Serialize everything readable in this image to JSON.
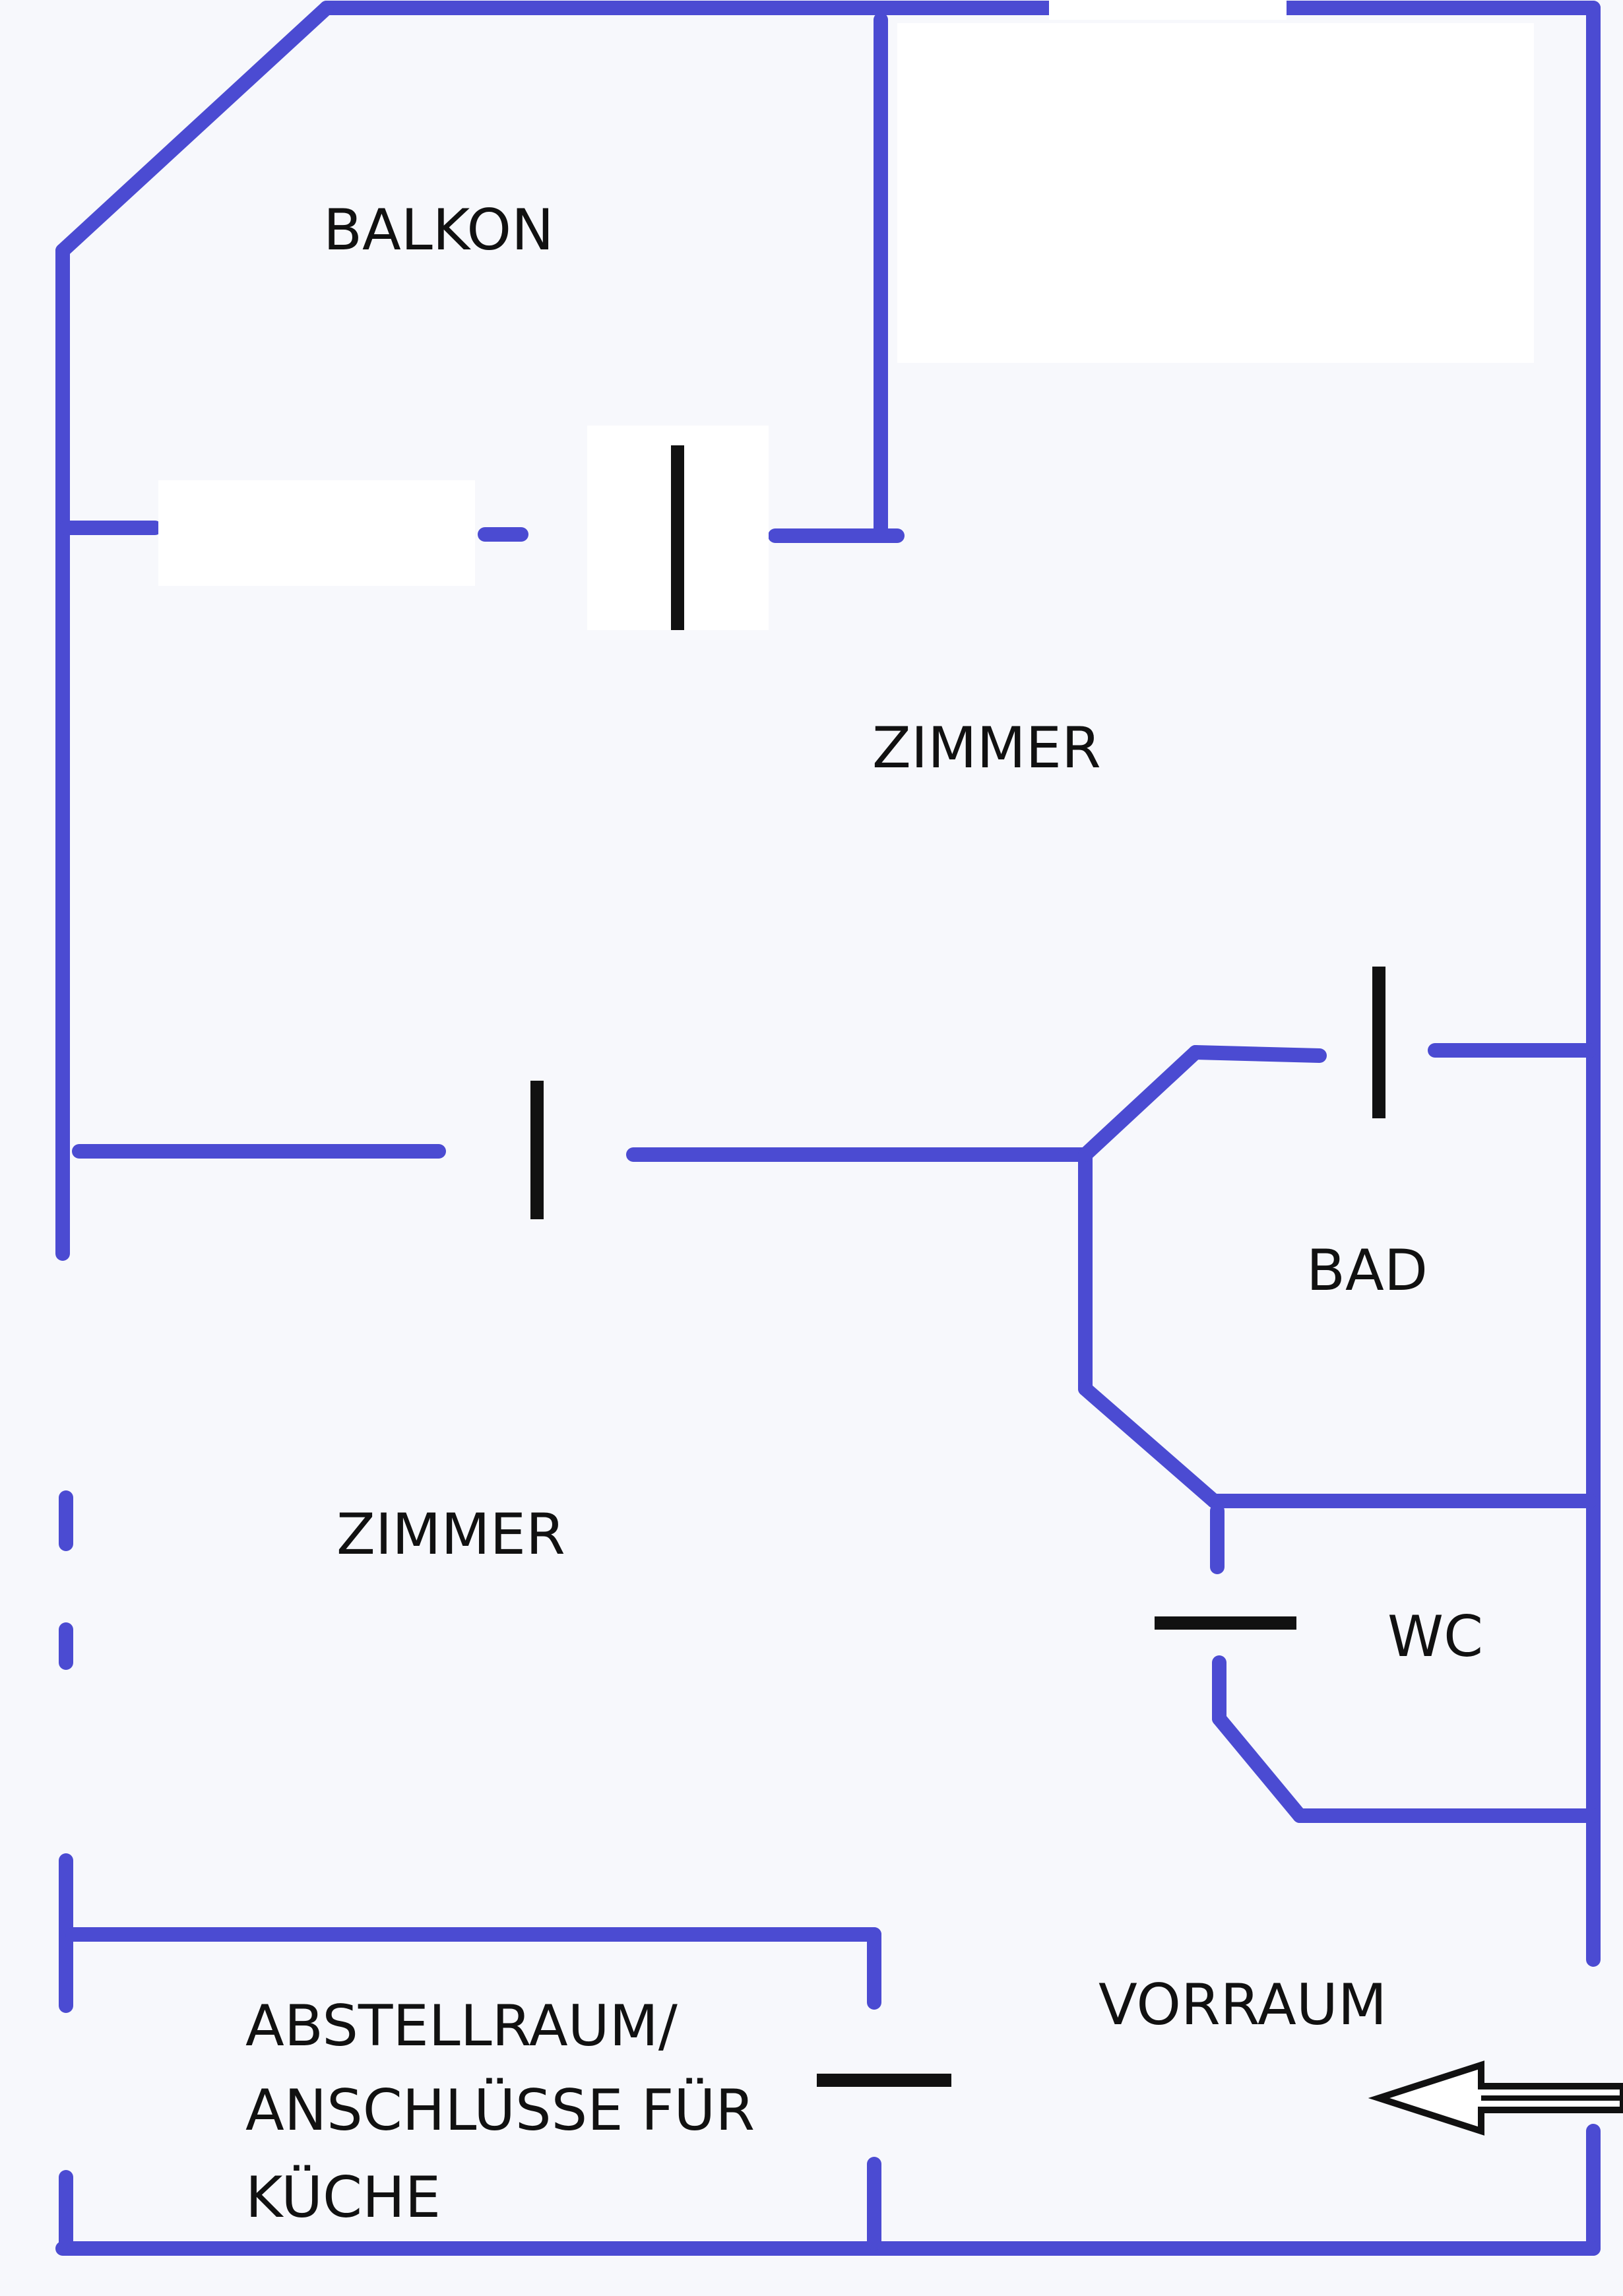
{
  "plan": {
    "colors": {
      "wall": "#4b4bd2",
      "door": "#111111",
      "background": "#f7f8fc"
    },
    "rooms": {
      "balkon": "BALKON",
      "zimmer_upper": "ZIMMER",
      "zimmer_lower": "ZIMMER",
      "bad": "BAD",
      "wc": "WC",
      "vorraum": "VORRAUM",
      "abstellraum": [
        "ABSTELLRAUM/",
        "ANSCHLÜSSE FÜR",
        "KÜCHE"
      ]
    },
    "entrance": "arrow-icon"
  }
}
